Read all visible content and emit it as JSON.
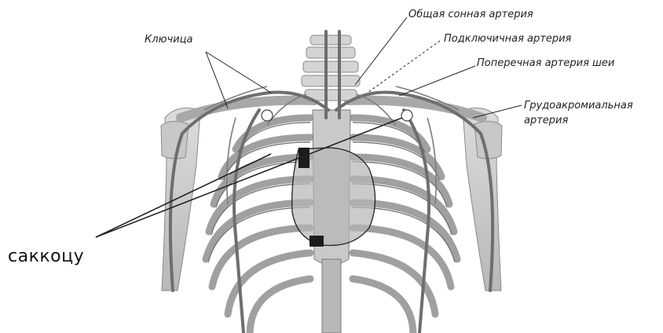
{
  "labels": {
    "common_carotid": "Общая сонная артерия",
    "clavicle": "Ключица",
    "subclavian": "Подключичная артерия",
    "transverse_cervical": "Поперечная артерия шеи",
    "thoracoacromial_line1": "Грудоакромиальная",
    "thoracoacromial_line2": "артерия",
    "callout": "саккоцу"
  },
  "colors": {
    "line": "#222222",
    "bone": "#cfcfcf",
    "bone_dark": "#9a9a9a",
    "vessel": "#6e6e6e",
    "heart": "#bdbdbd",
    "marker": "#1c1c1c"
  }
}
